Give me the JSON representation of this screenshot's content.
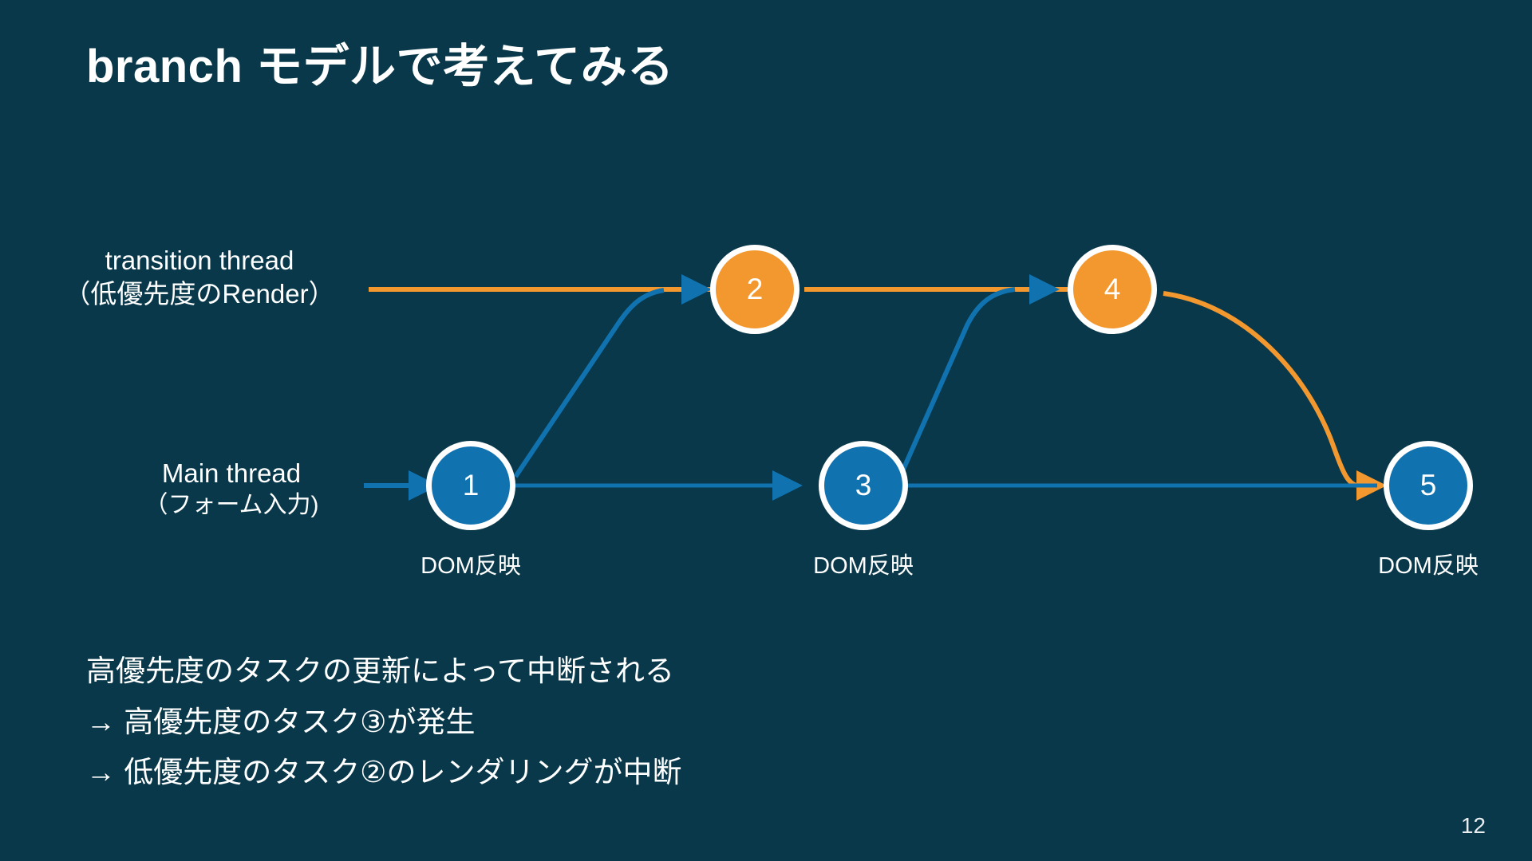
{
  "slide": {
    "background_color": "#08384a",
    "title": "branch モデルで考えてみる",
    "page_number": "12"
  },
  "colors": {
    "background": "#08384a",
    "blue": "#1172b0",
    "orange": "#f2982f",
    "text": "#ffffff",
    "ring": "#ffffff"
  },
  "rows": {
    "transition": {
      "line1": "transition thread",
      "line2": "（低優先度のRender）"
    },
    "main": {
      "line1": "Main thread",
      "line2": "（フォーム入力)"
    }
  },
  "nodes": [
    {
      "id": "node-1",
      "label": "1",
      "color": "blue",
      "row": "main"
    },
    {
      "id": "node-2",
      "label": "2",
      "color": "orange",
      "row": "transition"
    },
    {
      "id": "node-3",
      "label": "3",
      "color": "blue",
      "row": "main"
    },
    {
      "id": "node-4",
      "label": "4",
      "color": "orange",
      "row": "transition"
    },
    {
      "id": "node-5",
      "label": "5",
      "color": "blue",
      "row": "main"
    }
  ],
  "dom_labels": [
    {
      "text": "DOM反映",
      "under_node": "node-1"
    },
    {
      "text": "DOM反映",
      "under_node": "node-3"
    },
    {
      "text": "DOM反映",
      "under_node": "node-5"
    }
  ],
  "edges": [
    {
      "from": "main-entry",
      "to": "node-1",
      "color": "blue",
      "arrow": true
    },
    {
      "from": "node-1",
      "to": "node-2",
      "color": "blue",
      "arrow": true
    },
    {
      "from": "node-1",
      "to": "node-3",
      "color": "blue",
      "arrow": true
    },
    {
      "from": "transition-entry",
      "to": "node-2",
      "color": "orange",
      "arrow": false
    },
    {
      "from": "node-2",
      "to": "node-4",
      "color": "orange",
      "arrow": false
    },
    {
      "from": "node-3",
      "to": "node-4",
      "color": "blue",
      "arrow": true
    },
    {
      "from": "node-3",
      "to": "node-5",
      "color": "blue",
      "arrow": false
    },
    {
      "from": "node-4",
      "to": "node-5",
      "color": "orange",
      "arrow": true
    }
  ],
  "bullets": [
    "高優先度のタスクの更新によって中断される",
    "→ 高優先度のタスク③が発生",
    "→ 低優先度のタスク②のレンダリングが中断"
  ]
}
